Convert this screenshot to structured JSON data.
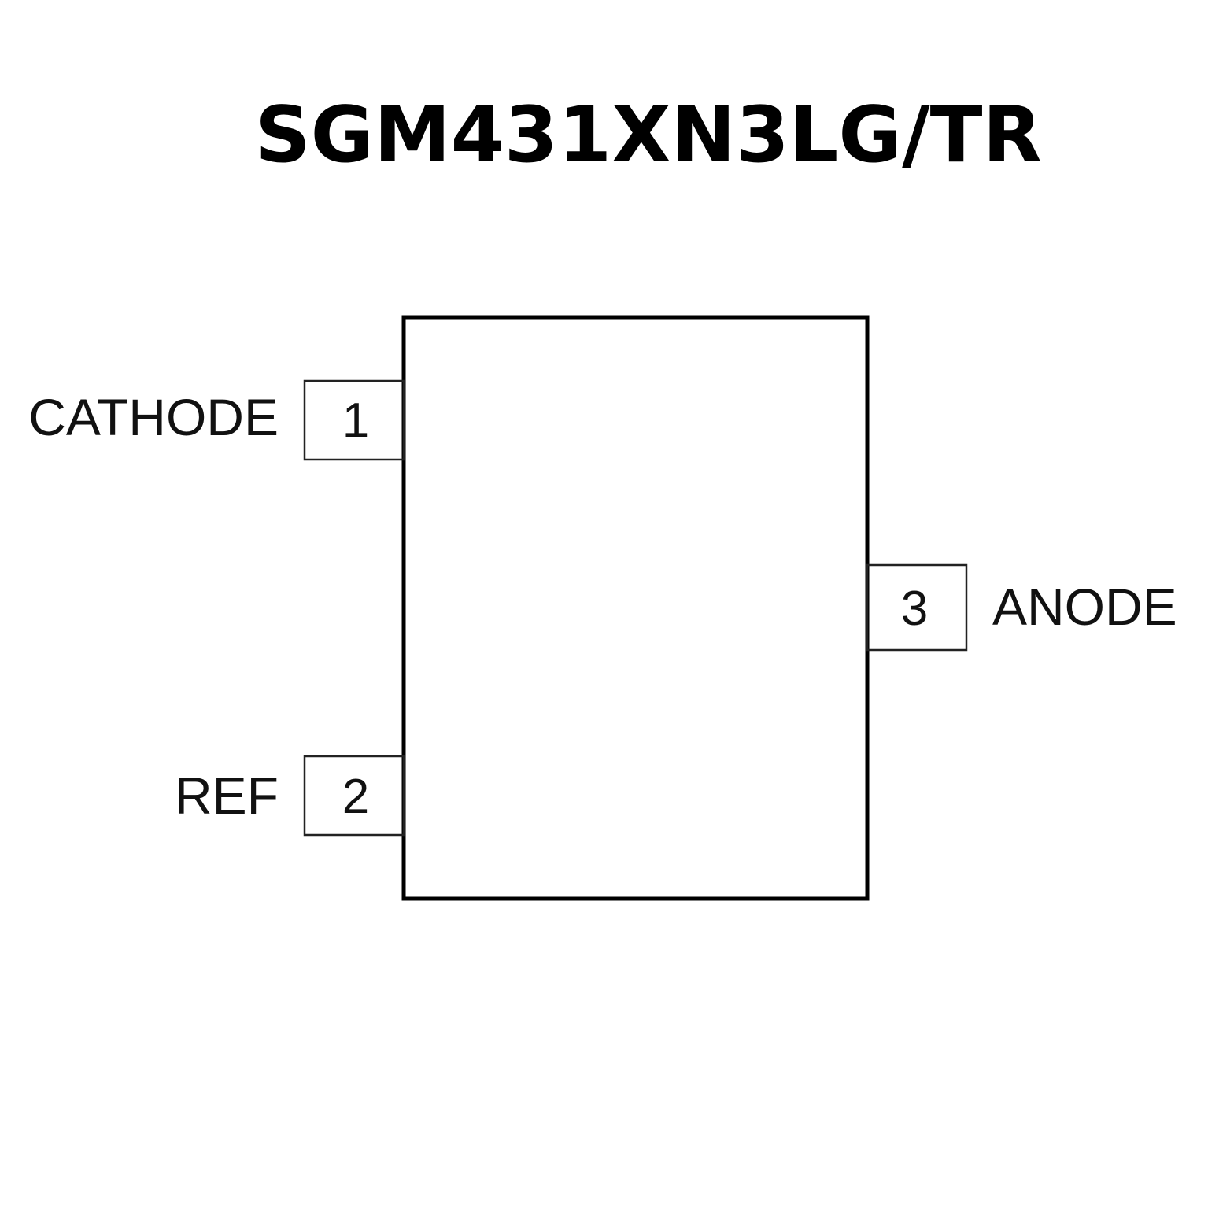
{
  "title": "SGM431XN3LG/TR",
  "pins": [
    {
      "number": "1",
      "name": "CATHODE"
    },
    {
      "number": "2",
      "name": "REF"
    },
    {
      "number": "3",
      "name": "ANODE"
    }
  ]
}
